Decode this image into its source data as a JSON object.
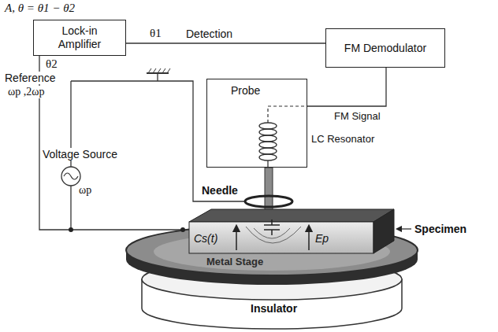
{
  "diagram": {
    "nodes": [
      {
        "text": [
          "Lock-in Amplifier"
        ]
      },
      {
        "text": [
          "FM Demodulator"
        ]
      },
      {
        "text": [
          "Probe"
        ]
      }
    ],
    "edges": [
      {
        "from": 1,
        "to": 0,
        "arrow": "none",
        "label": "Detection"
      },
      {
        "from": 2,
        "to": 1,
        "arrow": "none",
        "label": "FM Signal"
      }
    ],
    "labels": [
      "A, θ = θ1 − θ2",
      "θ1",
      "Reference",
      "ωp ,2ωp",
      "θ2",
      "Voltage Source",
      "ωp",
      "LC Resonator",
      "Needle",
      "Specimen",
      "Cs(t)",
      "Ep",
      "Metal Stage",
      "Insulator"
    ]
  }
}
